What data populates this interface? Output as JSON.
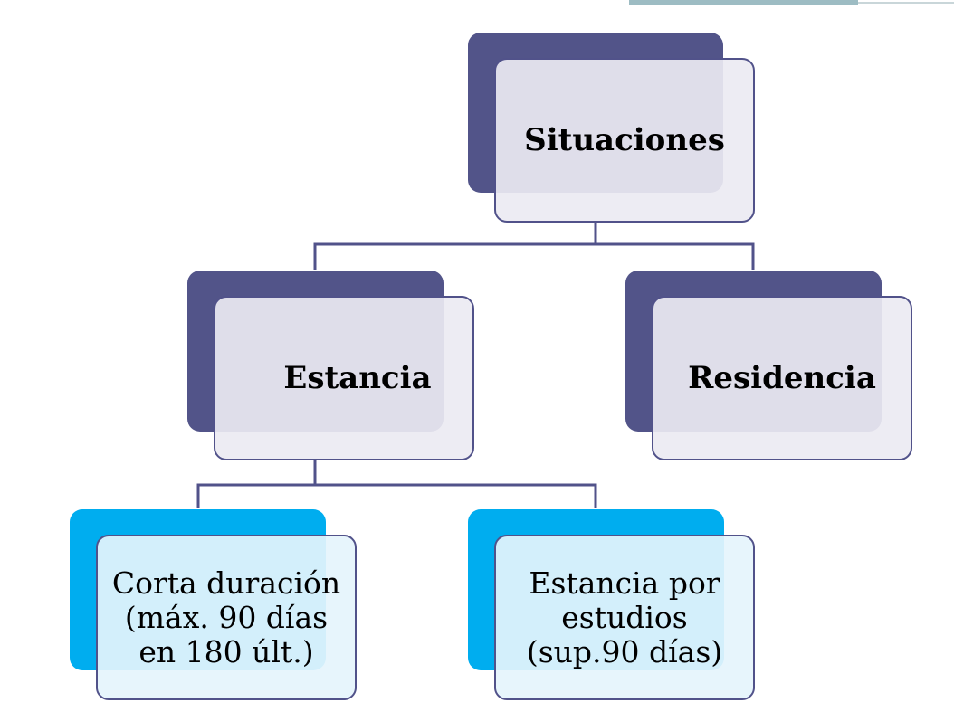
{
  "diagram": {
    "nodes": [
      {
        "id": "situaciones",
        "label": "Situaciones"
      },
      {
        "id": "estancia",
        "label": "Estancia"
      },
      {
        "id": "residencia",
        "label": "Residencia"
      },
      {
        "id": "corta",
        "label": "Corta duración (máx. 90 días en 180 últ.)"
      },
      {
        "id": "estudios",
        "label": "Estancia por estudios (sup.90 días)"
      }
    ],
    "edges": [
      [
        "situaciones",
        "estancia"
      ],
      [
        "situaciones",
        "residencia"
      ],
      [
        "estancia",
        "corta"
      ],
      [
        "estancia",
        "estudios"
      ]
    ],
    "colors": {
      "dark_back": "#525489",
      "light_back": "#00adef",
      "border": "#51528a",
      "top_bar": "#9dbcc3"
    }
  }
}
